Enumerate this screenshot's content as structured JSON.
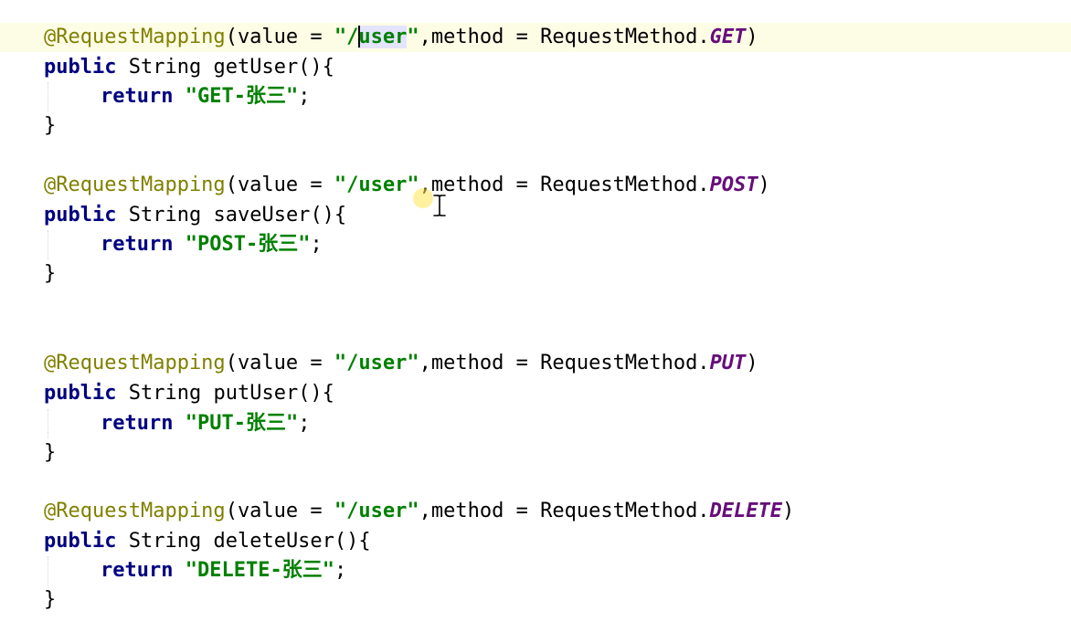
{
  "tokens": {
    "annotation": "@RequestMapping",
    "paren_open": "(",
    "paren_close": ")",
    "value_key": "value",
    "equals": " = ",
    "path": "\"/user\"",
    "path_quote": "\"",
    "path_slash": "/",
    "path_word": "user",
    "comma": ",",
    "method_key": "method",
    "enum_class": "RequestMethod.",
    "public_kw": "public",
    "return_type": "String",
    "method_suffix": "(){",
    "return_kw": "return",
    "semicolon": ";",
    "close_brace": "}"
  },
  "blocks": [
    {
      "http_method": "GET",
      "method_name": "getUser",
      "return_value": "\"GET-张三\""
    },
    {
      "http_method": "POST",
      "method_name": "saveUser",
      "return_value": "\"POST-张三\""
    },
    {
      "http_method": "PUT",
      "method_name": "putUser",
      "return_value": "\"PUT-张三\""
    },
    {
      "http_method": "DELETE",
      "method_name": "deleteUser",
      "return_value": "\"DELETE-张三\""
    }
  ],
  "colors": {
    "annotation": "#808000",
    "keyword": "#000080",
    "string": "#008000",
    "enum_constant": "#660e7a",
    "current_line": "#fdfce5"
  },
  "icons": {
    "mouse_cursor": "text-ibeam-cursor"
  }
}
